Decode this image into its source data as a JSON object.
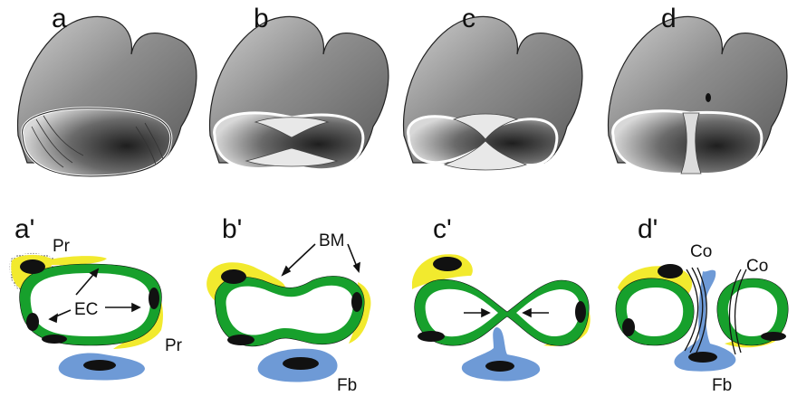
{
  "figure": {
    "panels_top": [
      {
        "label": "a"
      },
      {
        "label": "b"
      },
      {
        "label": "c"
      },
      {
        "label": "d"
      }
    ],
    "panels_bottom": [
      {
        "label": "a'"
      },
      {
        "label": "b'"
      },
      {
        "label": "c'"
      },
      {
        "label": "d'"
      }
    ],
    "annotations": {
      "pericyte_left": "Pr",
      "pericyte_right": "Pr",
      "endothelial": "EC",
      "basement_membrane": "BM",
      "fibroblast_b": "Fb",
      "fibroblast_d": "Fb",
      "collagen_left": "Co",
      "collagen_right": "Co"
    },
    "colors": {
      "endothelium": "#17a02c",
      "nucleus": "#111111",
      "pericyte": "#f2ea2e",
      "fibroblast": "#6e9ad6",
      "lumen": "#ffffff",
      "vessel_surface": "#9a9a9a"
    }
  }
}
